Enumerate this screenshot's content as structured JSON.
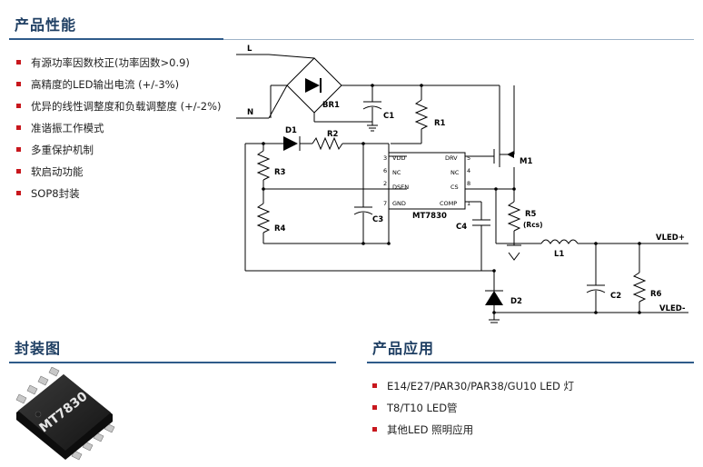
{
  "sections": {
    "performance": {
      "title": "产品性能"
    },
    "package": {
      "title": "封装图"
    },
    "application": {
      "title": "产品应用"
    }
  },
  "features": [
    "有源功率因数校正(功率因数>0.9)",
    "高精度的LED输出电流 (+/-3%)",
    "优异的线性调整度和负载调整度 (+/-2%)",
    "准谐振工作模式",
    "多重保护机制",
    "软启动功能",
    "SOP8封装"
  ],
  "applications": [
    "E14/E27/PAR30/PAR38/GU10 LED 灯",
    "T8/T10  LED管",
    "其他LED 照明应用"
  ],
  "chip": {
    "marking": "MT7830"
  },
  "circuit": {
    "labels": {
      "L": "L",
      "N": "N",
      "BR1": "BR1",
      "C1": "C1",
      "R1": "R1",
      "D1": "D1",
      "R2": "R2",
      "R3": "R3",
      "R4": "R4",
      "C3": "C3",
      "M1": "M1",
      "R5": "R5",
      "Rcs": "(Rcs)",
      "C4": "C4",
      "L1": "L1",
      "C2": "C2",
      "R6": "R6",
      "D2": "D2",
      "VLEDp": "VLED+",
      "VLEDm": "VLED-",
      "ic": "MT7830"
    },
    "pins": {
      "p3": "3",
      "p6": "6",
      "p2": "2",
      "p7": "7",
      "p5": "5",
      "p4": "4",
      "p1": "1",
      "p8": "8",
      "vdd": "VDD",
      "nc_l": "NC",
      "dsen": "DSEN",
      "gnd": "GND",
      "drv": "DRV",
      "nc_r": "NC",
      "cs": "CS",
      "comp": "COMP"
    }
  },
  "colors": {
    "heading": "#1f3f63",
    "rule": "#2f5b8a",
    "bullet": "#c8171d"
  }
}
